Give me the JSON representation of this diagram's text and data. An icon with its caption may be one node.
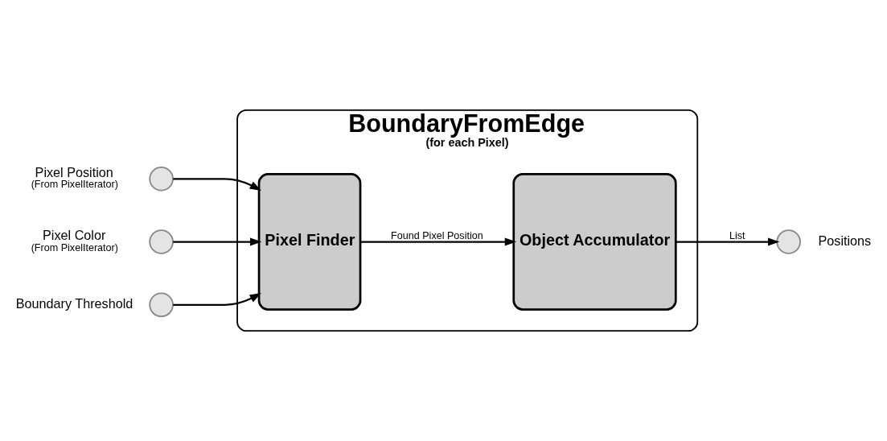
{
  "diagram": {
    "nodes": [
      {
        "text": [
          "BoundaryFromEdge",
          "(for each Pixel)"
        ]
      },
      {
        "text": [],
        "shape": "circle",
        "beside": [
          "Pixel Position",
          "(From PixelIterator)"
        ]
      },
      {
        "text": [],
        "shape": "circle",
        "beside": [
          "Pixel Color",
          "(From PixelIterator)"
        ]
      },
      {
        "text": [],
        "shape": "circle",
        "beside": [
          "Boundary Threshold"
        ]
      },
      {
        "text": [
          "Pixel Finder"
        ],
        "in": 0
      },
      {
        "text": [
          "Object Accumulator"
        ],
        "in": 0
      },
      {
        "text": [],
        "shape": "circle",
        "beside": [
          "Positions"
        ]
      }
    ],
    "edges": [
      {
        "from": 1,
        "to": 4,
        "arrow": "to"
      },
      {
        "from": 2,
        "to": 4,
        "arrow": "to"
      },
      {
        "from": 3,
        "to": 4,
        "arrow": "to"
      },
      {
        "from": 4,
        "to": 5,
        "arrow": "to",
        "label": "Found Pixel Position"
      },
      {
        "from": 5,
        "to": 6,
        "arrow": "to",
        "label": "List"
      }
    ]
  }
}
